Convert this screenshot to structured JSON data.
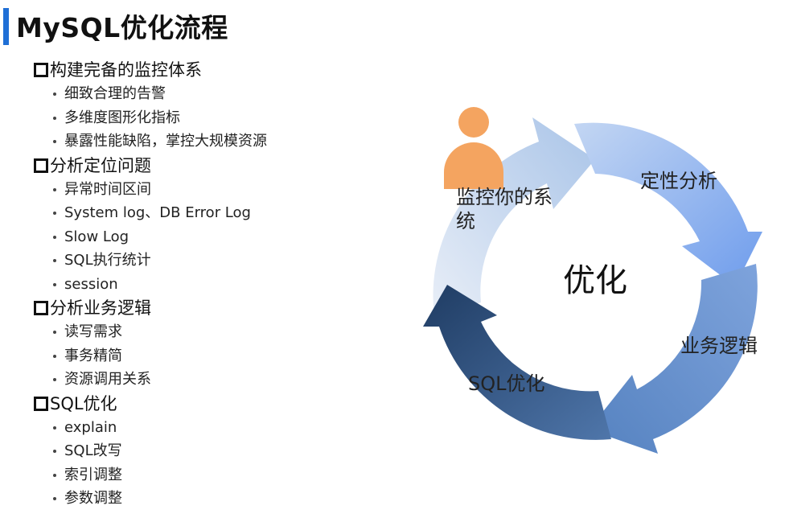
{
  "title": "MySQL优化流程",
  "sections": [
    {
      "heading": "构建完备的监控体系",
      "items": [
        "细致合理的告警",
        "多维度图形化指标",
        "暴露性能缺陷，掌控大规模资源"
      ]
    },
    {
      "heading": "分析定位问题",
      "items": [
        "异常时间区间",
        "System log、DB Error Log",
        "Slow Log",
        "SQL执行统计",
        "session"
      ]
    },
    {
      "heading": "分析业务逻辑",
      "items": [
        "读写需求",
        "事务精简",
        "资源调用关系"
      ]
    },
    {
      "heading": "SQL优化",
      "items": [
        "explain",
        "SQL改写",
        "索引调整",
        "参数调整"
      ]
    }
  ],
  "cycle": {
    "center": "优化",
    "stage_monitor_line1": "监控你的系",
    "stage_monitor_line2": "统",
    "stage_analysis": "定性分析",
    "stage_business": "业务逻辑",
    "stage_sql": "SQL优化",
    "person_color": "#f4a460",
    "colors": [
      "#c9d9ee",
      "#8fb3f0",
      "#7fa3d6",
      "#34587f"
    ]
  }
}
